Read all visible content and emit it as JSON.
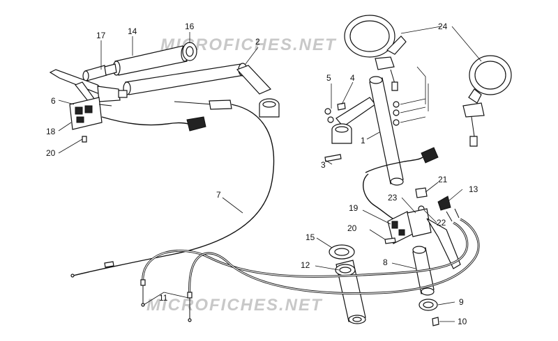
{
  "watermark": {
    "top": "MICROFICHES.NET",
    "bottom": "MICROFICHES.NET"
  },
  "labels": {
    "l1": "1",
    "l2": "2",
    "l3": "3",
    "l4": "4",
    "l5": "5",
    "l6": "6",
    "l7": "7",
    "l8": "8",
    "l9": "9",
    "l10": "10",
    "l11": "11",
    "l12": "12",
    "l13": "13",
    "l14": "14",
    "l15": "15",
    "l16": "16",
    "l17": "17",
    "l18": "18",
    "l19": "19",
    "l20a": "20",
    "l20b": "20",
    "l21": "21",
    "l22": "22",
    "l23": "23",
    "l24": "24"
  }
}
